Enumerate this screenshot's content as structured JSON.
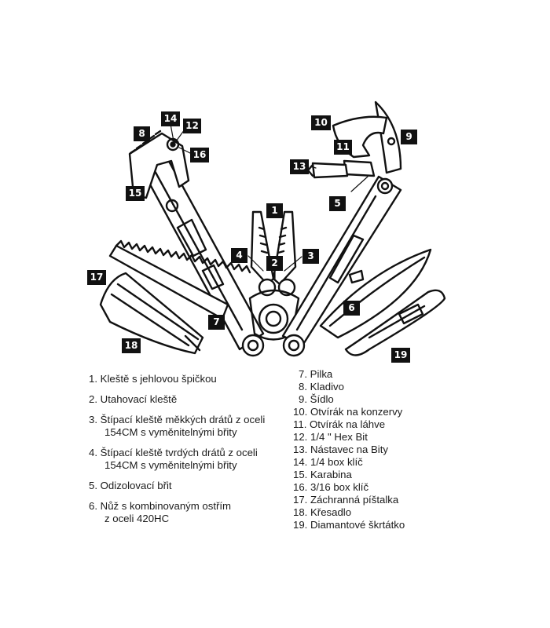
{
  "callouts": [
    "1",
    "2",
    "3",
    "4",
    "5",
    "6",
    "7",
    "8",
    "9",
    "10",
    "11",
    "12",
    "13",
    "14",
    "15",
    "16",
    "17",
    "18",
    "19"
  ],
  "legend_left": [
    {
      "num": "1.",
      "text": "Kleště s jehlovou špičkou",
      "cont": ""
    },
    {
      "num": "2.",
      "text": "Utahovací kleště",
      "cont": ""
    },
    {
      "num": "3.",
      "text": "Štípací kleště měkkých drátů z oceli",
      "cont": "154CM s vyměnitelnými břity"
    },
    {
      "num": "4.",
      "text": "Štípací kleště tvrdých drátů z oceli",
      "cont": "154CM s vyměnitelnými břity"
    },
    {
      "num": "5.",
      "text": "Odizolovací břit",
      "cont": ""
    },
    {
      "num": "6.",
      "text": "Nůž s kombinovaným ostřím",
      "cont": "z oceli 420HC"
    }
  ],
  "legend_right": [
    {
      "num": "7.",
      "text": "Pilka"
    },
    {
      "num": "8.",
      "text": "Kladivo"
    },
    {
      "num": "9.",
      "text": "Šídlo"
    },
    {
      "num": "10.",
      "text": "Otvírák na konzervy"
    },
    {
      "num": "11.",
      "text": "Otvírák na láhve"
    },
    {
      "num": "12.",
      "text": "1/4 \" Hex Bit"
    },
    {
      "num": "13.",
      "text": "Nástavec na Bity"
    },
    {
      "num": "14.",
      "text": "1/4 box klíč"
    },
    {
      "num": "15.",
      "text": "Karabina"
    },
    {
      "num": "16.",
      "text": "3/16 box klíč"
    },
    {
      "num": "17.",
      "text": "Záchranná píštalka"
    },
    {
      "num": "18.",
      "text": "Křesadlo"
    },
    {
      "num": "19.",
      "text": "Diamantové škrtátko"
    }
  ]
}
